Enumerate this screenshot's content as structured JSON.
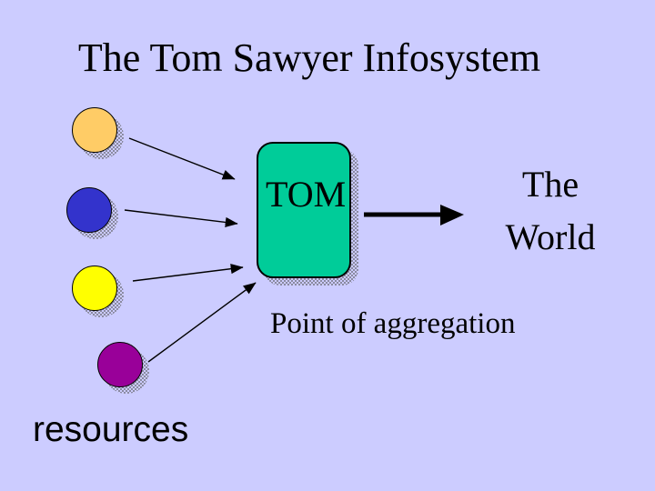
{
  "slide": {
    "title": "The Tom Sawyer Infosystem",
    "background_color": "#CCCCFF"
  },
  "diagram": {
    "resources_label": "resources",
    "nodes": [
      {
        "name": "resource-orange",
        "color": "#FFCC66"
      },
      {
        "name": "resource-blue",
        "color": "#3333CC"
      },
      {
        "name": "resource-yellow",
        "color": "#FFFF00"
      },
      {
        "name": "resource-purple",
        "color": "#990099"
      }
    ],
    "aggregator": {
      "label": "TOM",
      "caption": "Point of aggregation",
      "fill_color": "#00CC99"
    },
    "output": {
      "label_line1": "The",
      "label_line2": "World"
    },
    "arrow_color": "#000000",
    "shadow_color": "#8a8aa0"
  }
}
